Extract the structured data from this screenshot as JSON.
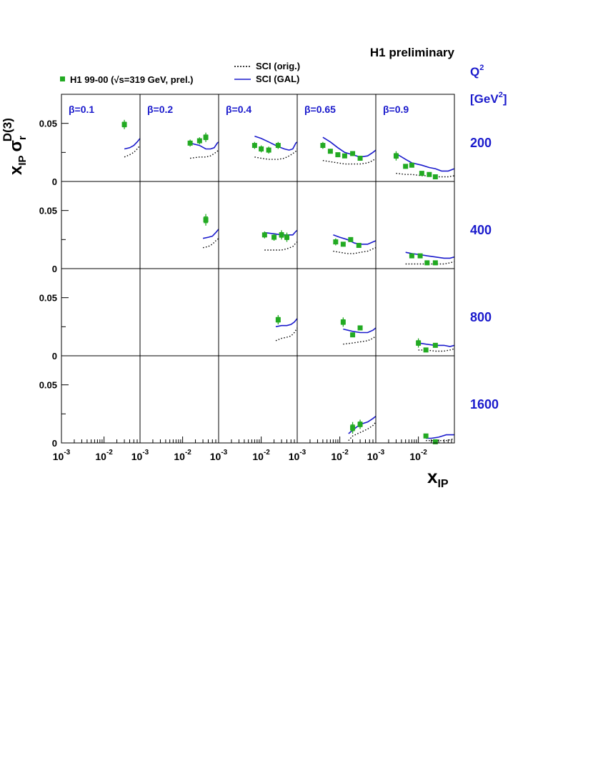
{
  "header": {
    "title": "H1 preliminary"
  },
  "legend": {
    "data_label": "H1 99-00 (√s=319 GeV, prel.)",
    "orig_label": "SCI (orig.)",
    "gal_label": "SCI (GAL)"
  },
  "axes": {
    "ylabel_main": "x",
    "ylabel_sub": "IP",
    "ylabel_sigma": "σ",
    "ylabel_sigma_sub": "r",
    "ylabel_sup": "D(3)",
    "xlabel_main": "x",
    "xlabel_sub": "IP",
    "q2_label": "Q",
    "q2_sup": "2",
    "q2_unit_open": "[GeV",
    "q2_unit_sup": "2",
    "q2_unit_close": "]",
    "ytick_005": "0.05",
    "ytick_0": "0",
    "xtick_base": "10",
    "xtick_exp_m3": "-3",
    "xtick_exp_m2": "-2"
  },
  "colors": {
    "data": "#22aa22",
    "gal": "#1a1acc",
    "orig": "#000000",
    "label_blue": "#1a1acc"
  },
  "chart_data": {
    "type": "scatter",
    "title": "H1 preliminary",
    "xlabel": "x_IP",
    "ylabel": "x_IP σ_r^D(3)",
    "x_scale": "log",
    "x_range": [
      0.001,
      0.07
    ],
    "y_range": [
      0,
      0.075
    ],
    "grid": false,
    "legend_position": "top",
    "beta_labels": [
      "β=0.1",
      "β=0.2",
      "β=0.4",
      "β=0.65",
      "β=0.9"
    ],
    "q2_labels": [
      "200",
      "400",
      "800",
      "1600"
    ],
    "panels": [
      {
        "row": 0,
        "col": 0,
        "data": [
          [
            0.03,
            0.049,
            0.004
          ]
        ],
        "gal": [
          [
            0.03,
            0.028
          ],
          [
            0.04,
            0.029
          ],
          [
            0.05,
            0.031
          ],
          [
            0.06,
            0.034
          ],
          [
            0.07,
            0.037
          ]
        ],
        "orig": [
          [
            0.03,
            0.021
          ],
          [
            0.04,
            0.023
          ],
          [
            0.05,
            0.025
          ],
          [
            0.06,
            0.028
          ],
          [
            0.07,
            0.031
          ]
        ]
      },
      {
        "row": 0,
        "col": 1,
        "data": [
          [
            0.015,
            0.033,
            0.003
          ],
          [
            0.025,
            0.035,
            0.003
          ],
          [
            0.035,
            0.038,
            0.004
          ]
        ],
        "gal": [
          [
            0.015,
            0.033
          ],
          [
            0.025,
            0.031
          ],
          [
            0.035,
            0.028
          ],
          [
            0.045,
            0.028
          ],
          [
            0.055,
            0.029
          ],
          [
            0.065,
            0.033
          ],
          [
            0.07,
            0.034
          ]
        ],
        "orig": [
          [
            0.015,
            0.02
          ],
          [
            0.025,
            0.021
          ],
          [
            0.035,
            0.021
          ],
          [
            0.045,
            0.022
          ],
          [
            0.055,
            0.024
          ],
          [
            0.065,
            0.026
          ],
          [
            0.07,
            0.027
          ]
        ]
      },
      {
        "row": 0,
        "col": 2,
        "data": [
          [
            0.007,
            0.031,
            0.003
          ],
          [
            0.01,
            0.028,
            0.003
          ],
          [
            0.015,
            0.027,
            0.003
          ],
          [
            0.025,
            0.031,
            0.003
          ]
        ],
        "gal": [
          [
            0.007,
            0.039
          ],
          [
            0.01,
            0.037
          ],
          [
            0.015,
            0.034
          ],
          [
            0.025,
            0.03
          ],
          [
            0.035,
            0.028
          ],
          [
            0.045,
            0.027
          ],
          [
            0.055,
            0.028
          ],
          [
            0.065,
            0.033
          ],
          [
            0.07,
            0.034
          ]
        ],
        "orig": [
          [
            0.007,
            0.021
          ],
          [
            0.01,
            0.02
          ],
          [
            0.015,
            0.019
          ],
          [
            0.025,
            0.019
          ],
          [
            0.035,
            0.02
          ],
          [
            0.045,
            0.022
          ],
          [
            0.055,
            0.024
          ],
          [
            0.065,
            0.026
          ],
          [
            0.07,
            0.028
          ]
        ]
      },
      {
        "row": 0,
        "col": 3,
        "data": [
          [
            0.004,
            0.031,
            0.003
          ],
          [
            0.006,
            0.026,
            0.002
          ],
          [
            0.009,
            0.023,
            0.002
          ],
          [
            0.013,
            0.022,
            0.002
          ],
          [
            0.02,
            0.024,
            0.002
          ],
          [
            0.03,
            0.02,
            0.002
          ]
        ],
        "gal": [
          [
            0.004,
            0.038
          ],
          [
            0.006,
            0.034
          ],
          [
            0.009,
            0.029
          ],
          [
            0.013,
            0.025
          ],
          [
            0.02,
            0.023
          ],
          [
            0.03,
            0.021
          ],
          [
            0.045,
            0.022
          ],
          [
            0.06,
            0.025
          ],
          [
            0.07,
            0.027
          ]
        ],
        "orig": [
          [
            0.004,
            0.018
          ],
          [
            0.006,
            0.017
          ],
          [
            0.009,
            0.016
          ],
          [
            0.013,
            0.015
          ],
          [
            0.02,
            0.015
          ],
          [
            0.03,
            0.015
          ],
          [
            0.045,
            0.016
          ],
          [
            0.06,
            0.018
          ],
          [
            0.07,
            0.02
          ]
        ]
      },
      {
        "row": 0,
        "col": 4,
        "data": [
          [
            0.003,
            0.022,
            0.004
          ],
          [
            0.005,
            0.013,
            0.002
          ],
          [
            0.007,
            0.014,
            0.002
          ],
          [
            0.012,
            0.007,
            0.001
          ],
          [
            0.018,
            0.006,
            0.001
          ],
          [
            0.025,
            0.004,
            0.001
          ]
        ],
        "gal": [
          [
            0.003,
            0.024
          ],
          [
            0.005,
            0.019
          ],
          [
            0.007,
            0.016
          ],
          [
            0.012,
            0.014
          ],
          [
            0.018,
            0.012
          ],
          [
            0.025,
            0.011
          ],
          [
            0.035,
            0.009
          ],
          [
            0.05,
            0.009
          ],
          [
            0.07,
            0.011
          ]
        ],
        "orig": [
          [
            0.003,
            0.007
          ],
          [
            0.005,
            0.006
          ],
          [
            0.007,
            0.006
          ],
          [
            0.012,
            0.005
          ],
          [
            0.018,
            0.005
          ],
          [
            0.025,
            0.004
          ],
          [
            0.035,
            0.004
          ],
          [
            0.05,
            0.004
          ],
          [
            0.07,
            0.005
          ]
        ]
      },
      {
        "row": 1,
        "col": 1,
        "data": [
          [
            0.035,
            0.042,
            0.005
          ]
        ],
        "gal": [
          [
            0.03,
            0.026
          ],
          [
            0.04,
            0.027
          ],
          [
            0.05,
            0.028
          ],
          [
            0.06,
            0.031
          ],
          [
            0.07,
            0.034
          ]
        ],
        "orig": [
          [
            0.03,
            0.018
          ],
          [
            0.04,
            0.019
          ],
          [
            0.05,
            0.021
          ],
          [
            0.06,
            0.024
          ],
          [
            0.07,
            0.026
          ]
        ]
      },
      {
        "row": 1,
        "col": 2,
        "data": [
          [
            0.012,
            0.029,
            0.003
          ],
          [
            0.02,
            0.027,
            0.003
          ],
          [
            0.03,
            0.029,
            0.004
          ],
          [
            0.04,
            0.027,
            0.004
          ]
        ],
        "gal": [
          [
            0.012,
            0.031
          ],
          [
            0.02,
            0.03
          ],
          [
            0.03,
            0.029
          ],
          [
            0.04,
            0.029
          ],
          [
            0.055,
            0.029
          ],
          [
            0.065,
            0.032
          ],
          [
            0.07,
            0.033
          ]
        ],
        "orig": [
          [
            0.012,
            0.016
          ],
          [
            0.02,
            0.016
          ],
          [
            0.03,
            0.016
          ],
          [
            0.04,
            0.017
          ],
          [
            0.055,
            0.019
          ],
          [
            0.065,
            0.022
          ],
          [
            0.07,
            0.023
          ]
        ]
      },
      {
        "row": 1,
        "col": 3,
        "data": [
          [
            0.008,
            0.023,
            0.003
          ],
          [
            0.012,
            0.021,
            0.002
          ],
          [
            0.018,
            0.025,
            0.002
          ],
          [
            0.028,
            0.02,
            0.002
          ]
        ],
        "gal": [
          [
            0.007,
            0.029
          ],
          [
            0.01,
            0.027
          ],
          [
            0.015,
            0.025
          ],
          [
            0.022,
            0.022
          ],
          [
            0.03,
            0.021
          ],
          [
            0.045,
            0.021
          ],
          [
            0.06,
            0.023
          ],
          [
            0.07,
            0.024
          ]
        ],
        "orig": [
          [
            0.007,
            0.015
          ],
          [
            0.01,
            0.014
          ],
          [
            0.015,
            0.013
          ],
          [
            0.022,
            0.013
          ],
          [
            0.03,
            0.014
          ],
          [
            0.045,
            0.015
          ],
          [
            0.06,
            0.017
          ],
          [
            0.07,
            0.018
          ]
        ]
      },
      {
        "row": 1,
        "col": 4,
        "data": [
          [
            0.007,
            0.011,
            0.002
          ],
          [
            0.011,
            0.011,
            0.002
          ],
          [
            0.016,
            0.005,
            0.001
          ],
          [
            0.025,
            0.005,
            0.001
          ]
        ],
        "gal": [
          [
            0.005,
            0.014
          ],
          [
            0.007,
            0.013
          ],
          [
            0.011,
            0.012
          ],
          [
            0.016,
            0.011
          ],
          [
            0.025,
            0.01
          ],
          [
            0.04,
            0.009
          ],
          [
            0.055,
            0.009
          ],
          [
            0.07,
            0.01
          ]
        ],
        "orig": [
          [
            0.005,
            0.004
          ],
          [
            0.007,
            0.004
          ],
          [
            0.011,
            0.004
          ],
          [
            0.016,
            0.004
          ],
          [
            0.025,
            0.004
          ],
          [
            0.04,
            0.004
          ],
          [
            0.055,
            0.005
          ],
          [
            0.07,
            0.006
          ]
        ]
      },
      {
        "row": 2,
        "col": 2,
        "data": [
          [
            0.025,
            0.031,
            0.004
          ]
        ],
        "gal": [
          [
            0.022,
            0.025
          ],
          [
            0.03,
            0.026
          ],
          [
            0.04,
            0.026
          ],
          [
            0.05,
            0.027
          ],
          [
            0.06,
            0.029
          ],
          [
            0.07,
            0.032
          ]
        ],
        "orig": [
          [
            0.022,
            0.013
          ],
          [
            0.03,
            0.015
          ],
          [
            0.04,
            0.016
          ],
          [
            0.05,
            0.017
          ],
          [
            0.06,
            0.02
          ],
          [
            0.07,
            0.024
          ]
        ]
      },
      {
        "row": 2,
        "col": 3,
        "data": [
          [
            0.012,
            0.029,
            0.004
          ],
          [
            0.02,
            0.018,
            0.002
          ],
          [
            0.03,
            0.024,
            0.002
          ]
        ],
        "gal": [
          [
            0.012,
            0.023
          ],
          [
            0.02,
            0.021
          ],
          [
            0.03,
            0.02
          ],
          [
            0.045,
            0.02
          ],
          [
            0.06,
            0.022
          ],
          [
            0.07,
            0.024
          ]
        ],
        "orig": [
          [
            0.012,
            0.01
          ],
          [
            0.02,
            0.011
          ],
          [
            0.03,
            0.012
          ],
          [
            0.045,
            0.013
          ],
          [
            0.06,
            0.015
          ],
          [
            0.07,
            0.017
          ]
        ]
      },
      {
        "row": 2,
        "col": 4,
        "data": [
          [
            0.01,
            0.011,
            0.004
          ],
          [
            0.015,
            0.005,
            0.001
          ],
          [
            0.025,
            0.009,
            0.002
          ]
        ],
        "gal": [
          [
            0.01,
            0.011
          ],
          [
            0.015,
            0.01
          ],
          [
            0.025,
            0.009
          ],
          [
            0.04,
            0.009
          ],
          [
            0.055,
            0.008
          ],
          [
            0.07,
            0.009
          ]
        ],
        "orig": [
          [
            0.01,
            0.005
          ],
          [
            0.015,
            0.005
          ],
          [
            0.025,
            0.004
          ],
          [
            0.04,
            0.004
          ],
          [
            0.055,
            0.005
          ],
          [
            0.07,
            0.006
          ]
        ]
      },
      {
        "row": 3,
        "col": 3,
        "data": [
          [
            0.02,
            0.013,
            0.005
          ],
          [
            0.03,
            0.016,
            0.004
          ]
        ],
        "gal": [
          [
            0.016,
            0.008
          ],
          [
            0.02,
            0.011
          ],
          [
            0.03,
            0.016
          ],
          [
            0.045,
            0.018
          ],
          [
            0.06,
            0.021
          ],
          [
            0.07,
            0.023
          ]
        ],
        "orig": [
          [
            0.016,
            0.002
          ],
          [
            0.02,
            0.006
          ],
          [
            0.03,
            0.009
          ],
          [
            0.045,
            0.012
          ],
          [
            0.06,
            0.015
          ],
          [
            0.07,
            0.018
          ]
        ]
      },
      {
        "row": 3,
        "col": 4,
        "data": [
          [
            0.015,
            0.006,
            0.002
          ],
          [
            0.025,
            0.001,
            0.001
          ]
        ],
        "gal": [
          [
            0.015,
            0.004
          ],
          [
            0.02,
            0.004
          ],
          [
            0.03,
            0.005
          ],
          [
            0.045,
            0.007
          ],
          [
            0.06,
            0.007
          ],
          [
            0.07,
            0.007
          ]
        ],
        "orig": [
          [
            0.015,
            0.002
          ],
          [
            0.02,
            0.002
          ],
          [
            0.03,
            0.002
          ],
          [
            0.045,
            0.002
          ],
          [
            0.06,
            0.003
          ],
          [
            0.07,
            0.004
          ]
        ]
      }
    ]
  }
}
